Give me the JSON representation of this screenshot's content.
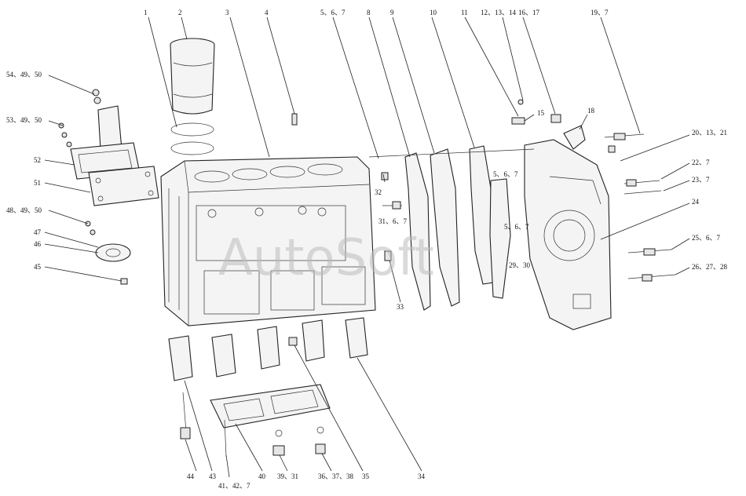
{
  "watermark": "AutoSoft",
  "callouts": {
    "c1": "1",
    "c2": "2",
    "c3": "3",
    "c4": "4",
    "c5": "5、6、7",
    "c8": "8",
    "c9": "9",
    "c10": "10",
    "c11": "11",
    "c12": "12、13、14",
    "c16": "16、17",
    "c19": "19、7",
    "c54": "54、49、50",
    "c53": "53、49、50",
    "c52": "52",
    "c51": "51",
    "c48": "48、49、50",
    "c47": "47",
    "c46": "46",
    "c45": "45",
    "c15": "15",
    "c18": "18",
    "c20": "20、13、21",
    "c22": "22、7",
    "c23": "23、7",
    "c24": "24",
    "c25": "25、6、7",
    "c26": "26、27、28",
    "c32": "32",
    "c31": "31、6、7",
    "c33": "33",
    "c5b": "5、6、7",
    "c5c": "5、6、7",
    "c29": "29、30",
    "c44": "44",
    "c43": "43",
    "c41": "41、42、7",
    "c40": "40",
    "c39": "39、31",
    "c36": "36、37、38",
    "c35": "35",
    "c34": "34"
  }
}
